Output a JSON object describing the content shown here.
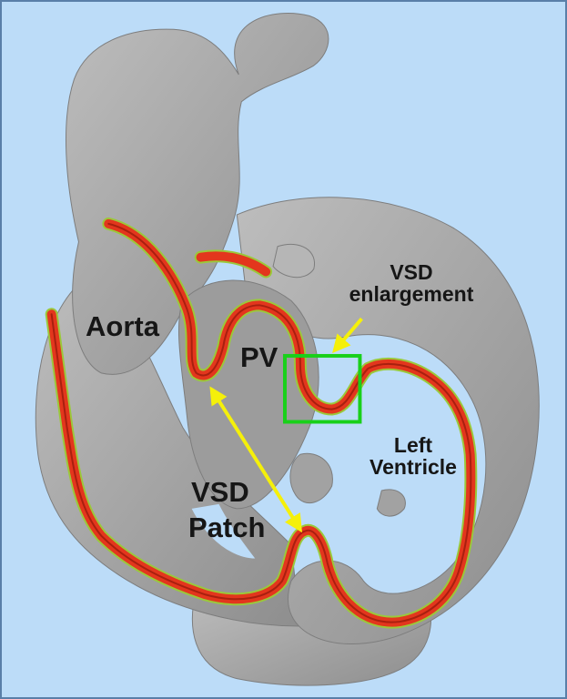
{
  "labels": {
    "aorta": "Aorta",
    "pv": "PV",
    "vsd_enlargement_line1": "VSD",
    "vsd_enlargement_line2": "enlargement",
    "left_ventricle_line1": "Left",
    "left_ventricle_line2": "Ventricle",
    "vsd_patch_line1": "VSD",
    "vsd_patch_line2": "Patch"
  },
  "colors": {
    "background": "#bcdcf8",
    "heart_surface": "#a9a9a9",
    "heart_shadow": "#7d7d7d",
    "cut_section": "#e3361d",
    "cut_outline": "#9bc83a",
    "arrow": "#f5f00a",
    "highlight_box": "#19d01a",
    "label_text": "#161616"
  }
}
